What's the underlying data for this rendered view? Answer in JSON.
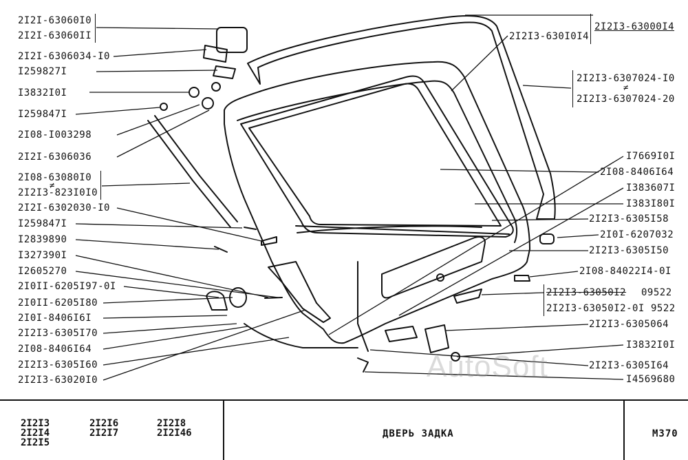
{
  "left_labels": [
    "2I2I-63060I0",
    "2I2I-63060II",
    "2I2I-6306034-I0",
    "I259827I",
    "I3832I0I",
    "I259847I",
    "2I08-I003298",
    "2I2I-6306036",
    "2I08-63080I0",
    "2I2I3-823I0I0",
    "2I2I-6302030-I0",
    "I259847I",
    "I2839890",
    "I327390I",
    "I2605270",
    "2I0II-6205I97-0I",
    "2I0II-6205I80",
    "2I0I-8406I6I",
    "2I2I3-6305I70",
    "2I08-8406I64",
    "2I2I3-6305I60",
    "2I2I3-63020I0"
  ],
  "right_labels": [
    "2I2I3-63000I4",
    "2I2I3-630I0I4",
    "2I2I3-6307024-I0",
    "2I2I3-6307024-20",
    "I7669I0I",
    "2I08-8406I64",
    "I383607I",
    "I383I80I",
    "2I2I3-6305I58",
    "2I0I-6207032",
    "2I2I3-6305I50",
    "2I08-84022I4-0I",
    "2I2I3-63050I2",
    "09522",
    "2I2I3-63050I2-0I",
    "9522",
    "2I2I3-6305064",
    "I3832I0I",
    "2I2I3-6305I64",
    "I4569680"
  ],
  "symbols": {
    "not_equal": "≠"
  },
  "watermark": "AutoSoft",
  "footer": {
    "models": [
      "2I2I3",
      "2I2I4",
      "2I2I5",
      "2I2I6",
      "2I2I7",
      "2I2I8",
      "2I2I46"
    ],
    "title": "ДВЕРЬ  ЗАДКА",
    "code": "М370"
  }
}
